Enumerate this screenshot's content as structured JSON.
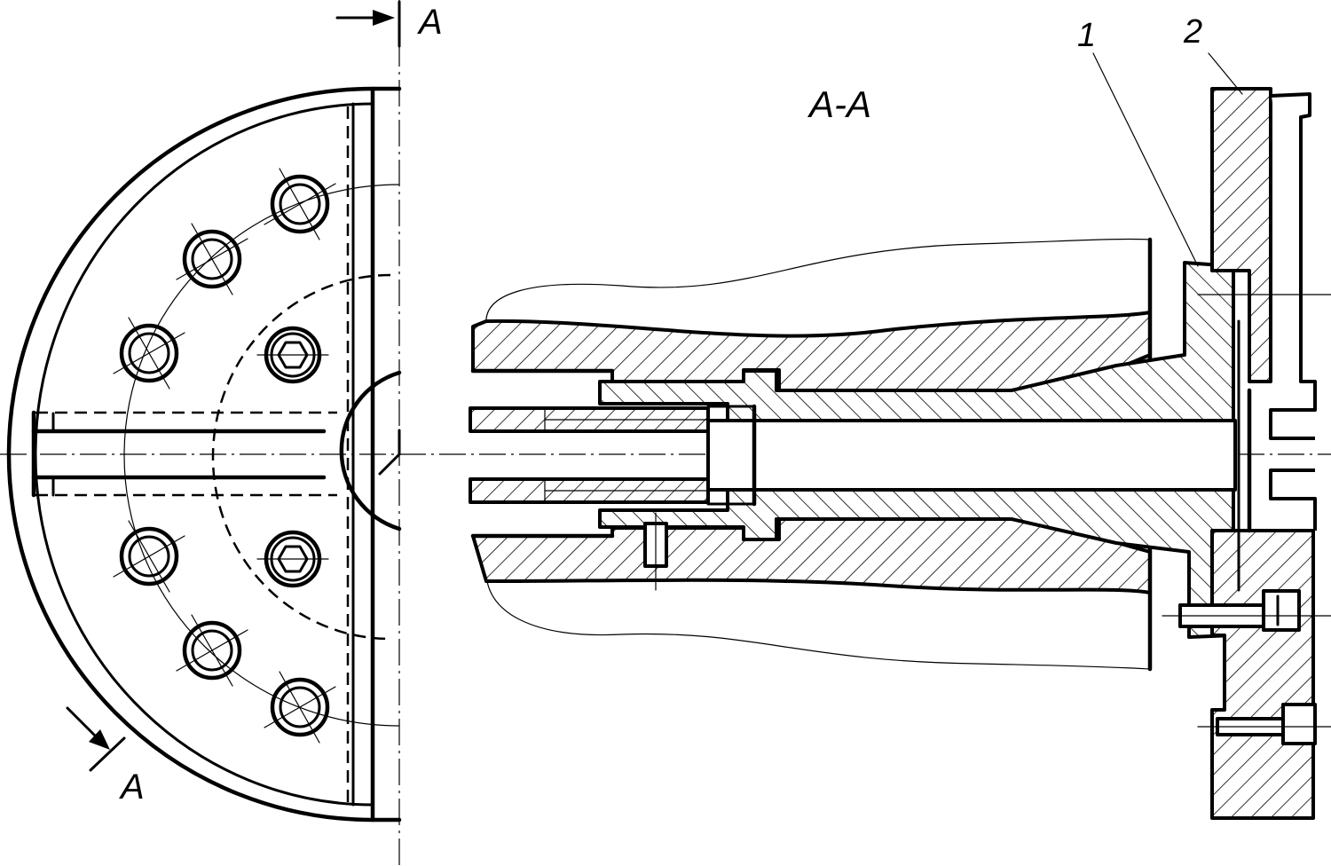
{
  "labels": {
    "arrow_top": "A",
    "arrow_bottom": "A",
    "section_title": "A-A",
    "callout_1": "1",
    "callout_2": "2"
  },
  "colors": {
    "ink": "#000000",
    "paper": "#ffffff"
  }
}
